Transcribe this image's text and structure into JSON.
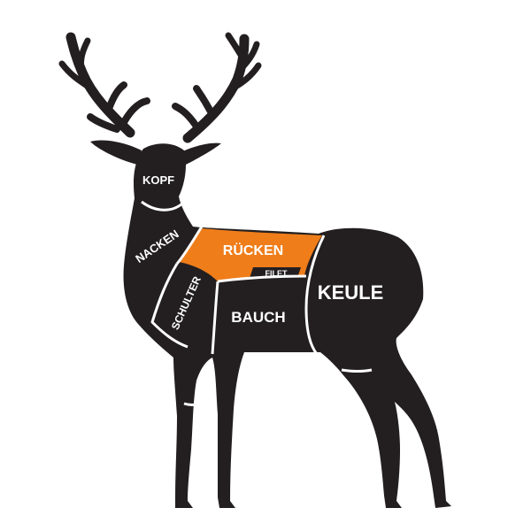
{
  "colors": {
    "background": "#ffffff",
    "body": "#231f20",
    "highlight": "#ef7d1a",
    "label": "#ffffff"
  },
  "cuts": {
    "kopf": "KOPF",
    "nacken": "NACKEN",
    "schulter": "SCHULTER",
    "ruecken": "RÜCKEN",
    "filet": "FILET",
    "bauch": "BAUCH",
    "keule": "KEULE"
  },
  "highlighted_cut": "RÜCKEN"
}
